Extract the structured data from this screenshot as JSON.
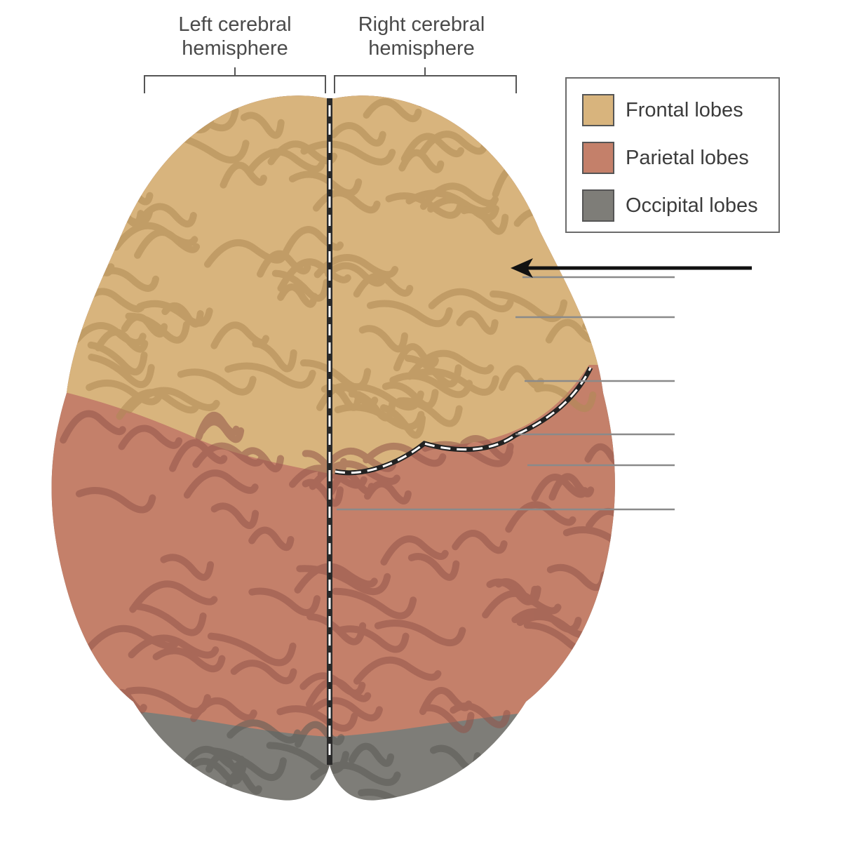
{
  "hemispheres": {
    "left_label": "Left cerebral\nhemisphere",
    "right_label": "Right cerebral\nhemisphere"
  },
  "legend": {
    "items": [
      {
        "label": "Frontal lobes",
        "color": "#d8b47d"
      },
      {
        "label": "Parietal lobes",
        "color": "#c4806a"
      },
      {
        "label": "Occipital lobes",
        "color": "#7e7d78"
      }
    ]
  },
  "colors": {
    "frontal": "#d8b47d",
    "frontal_dark": "#b08a55",
    "parietal": "#c4806a",
    "parietal_dark": "#93554a",
    "occipital": "#7e7d78",
    "occipital_dark": "#5a5955",
    "arrow": "#111111",
    "leader": "#8a8a8a"
  }
}
